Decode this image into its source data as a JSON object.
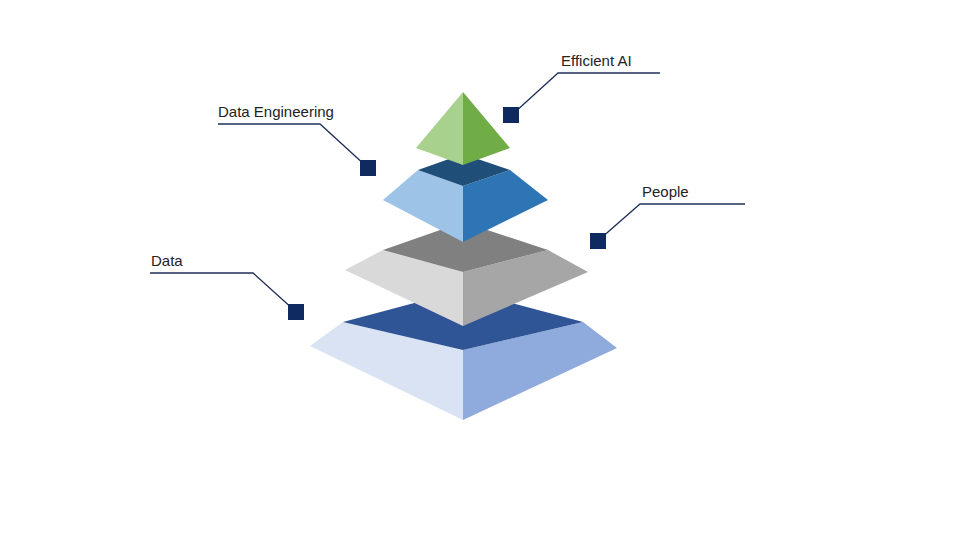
{
  "diagram": {
    "labels": [
      "Efficient AI",
      "Data Engineering",
      "People",
      "Data"
    ]
  }
}
